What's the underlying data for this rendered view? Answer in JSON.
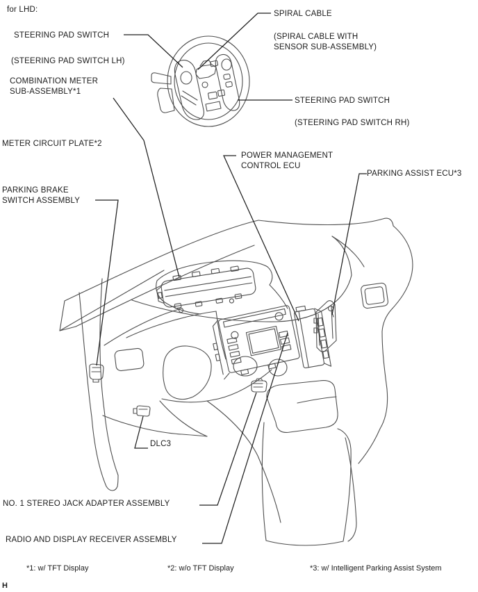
{
  "title": "for LHD:",
  "diagram": {
    "labels": {
      "steering_pad_switch_lh": "STEERING PAD SWITCH",
      "steering_pad_switch_lh_sub": "(STEERING PAD SWITCH LH)",
      "spiral_cable": "SPIRAL CABLE",
      "spiral_cable_sub1": "(SPIRAL CABLE WITH",
      "spiral_cable_sub2": "SENSOR SUB-ASSEMBLY)",
      "combination_meter1": "COMBINATION METER",
      "combination_meter2": "SUB-ASSEMBLY*1",
      "meter_circuit_plate": "METER CIRCUIT PLATE*2",
      "steering_pad_switch_rh": "STEERING PAD SWITCH",
      "steering_pad_switch_rh_sub": "(STEERING PAD SWITCH RH)",
      "power_management1": "POWER MANAGEMENT",
      "power_management2": "CONTROL ECU",
      "parking_assist_ecu": "PARKING ASSIST ECU*3",
      "parking_brake1": "PARKING BRAKE",
      "parking_brake2": "SWITCH ASSEMBLY",
      "dlc3": "DLC3",
      "stereo_jack": "NO. 1 STEREO JACK ADAPTER ASSEMBLY",
      "radio_receiver": "RADIO AND DISPLAY RECEIVER ASSEMBLY"
    },
    "footnotes": [
      "*1: w/ TFT Display",
      "*2: w/o TFT Display",
      "*3: w/ Intelligent Parking Assist System"
    ],
    "page_marker": "H",
    "line_color": "#4d4d4d",
    "text_color": "#1a1a1a"
  }
}
